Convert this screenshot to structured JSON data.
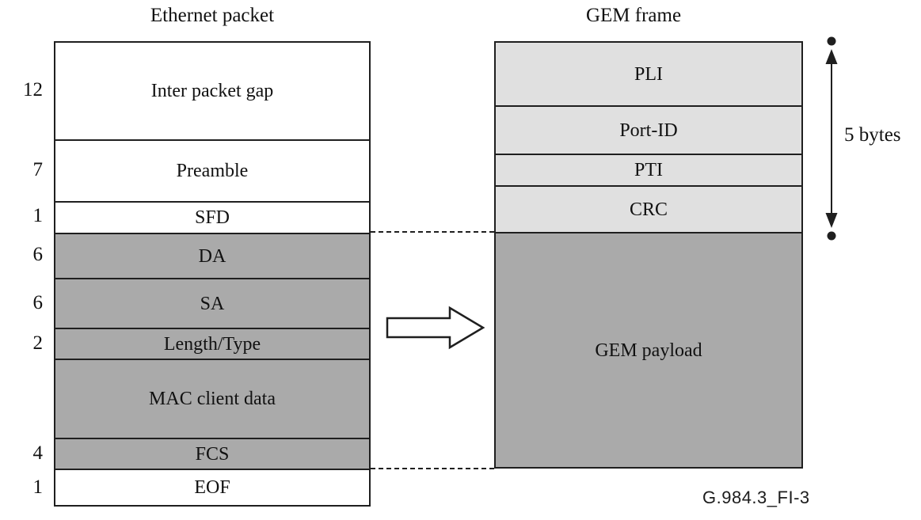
{
  "figure": {
    "ethernet": {
      "title": "Ethernet packet",
      "rows": [
        {
          "label": "Inter packet gap",
          "bytes": "12",
          "shade": "white"
        },
        {
          "label": "Preamble",
          "bytes": "7",
          "shade": "white"
        },
        {
          "label": "SFD",
          "bytes": "1",
          "shade": "white"
        },
        {
          "label": "DA",
          "bytes": "6",
          "shade": "gray"
        },
        {
          "label": "SA",
          "bytes": "6",
          "shade": "gray"
        },
        {
          "label": "Length/Type",
          "bytes": "2",
          "shade": "gray"
        },
        {
          "label": "MAC client data",
          "bytes": "",
          "shade": "gray"
        },
        {
          "label": "FCS",
          "bytes": "4",
          "shade": "gray"
        },
        {
          "label": "EOF",
          "bytes": "1",
          "shade": "white"
        }
      ]
    },
    "gem": {
      "title": "GEM frame",
      "rows": [
        {
          "label": "PLI",
          "shade": "light"
        },
        {
          "label": "Port-ID",
          "shade": "light"
        },
        {
          "label": "PTI",
          "shade": "light"
        },
        {
          "label": "CRC",
          "shade": "light"
        },
        {
          "label": "GEM payload",
          "shade": "gray"
        }
      ]
    },
    "annotations": {
      "header_size_label": "5 bytes",
      "figure_id": "G.984.3_FI-3"
    },
    "colors": {
      "line_color": "#1f1f1f",
      "packet_gray": "#aaaaaa",
      "header_light_gray": "#e0e0e0"
    }
  }
}
